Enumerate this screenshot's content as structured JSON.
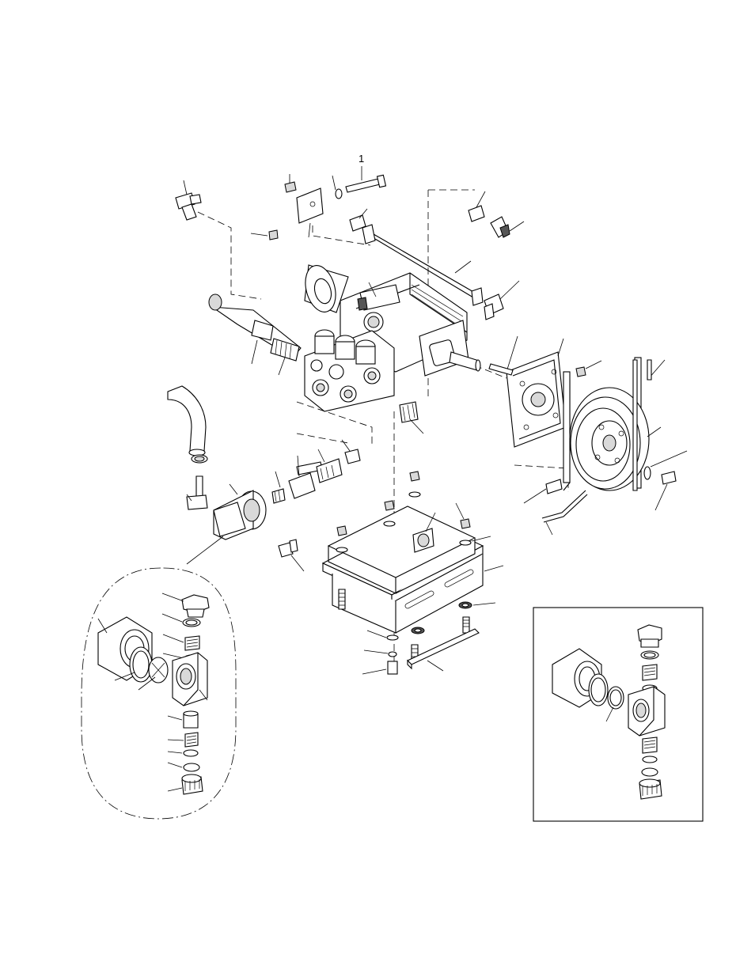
{
  "callouts": [
    {
      "id": "item-1",
      "label": "1"
    }
  ],
  "views": {
    "main_assembly": "pump-assembly-exploded-view",
    "detail_oval": "valve-detail-view",
    "detail_inset": "valve-detail-inset-view"
  }
}
